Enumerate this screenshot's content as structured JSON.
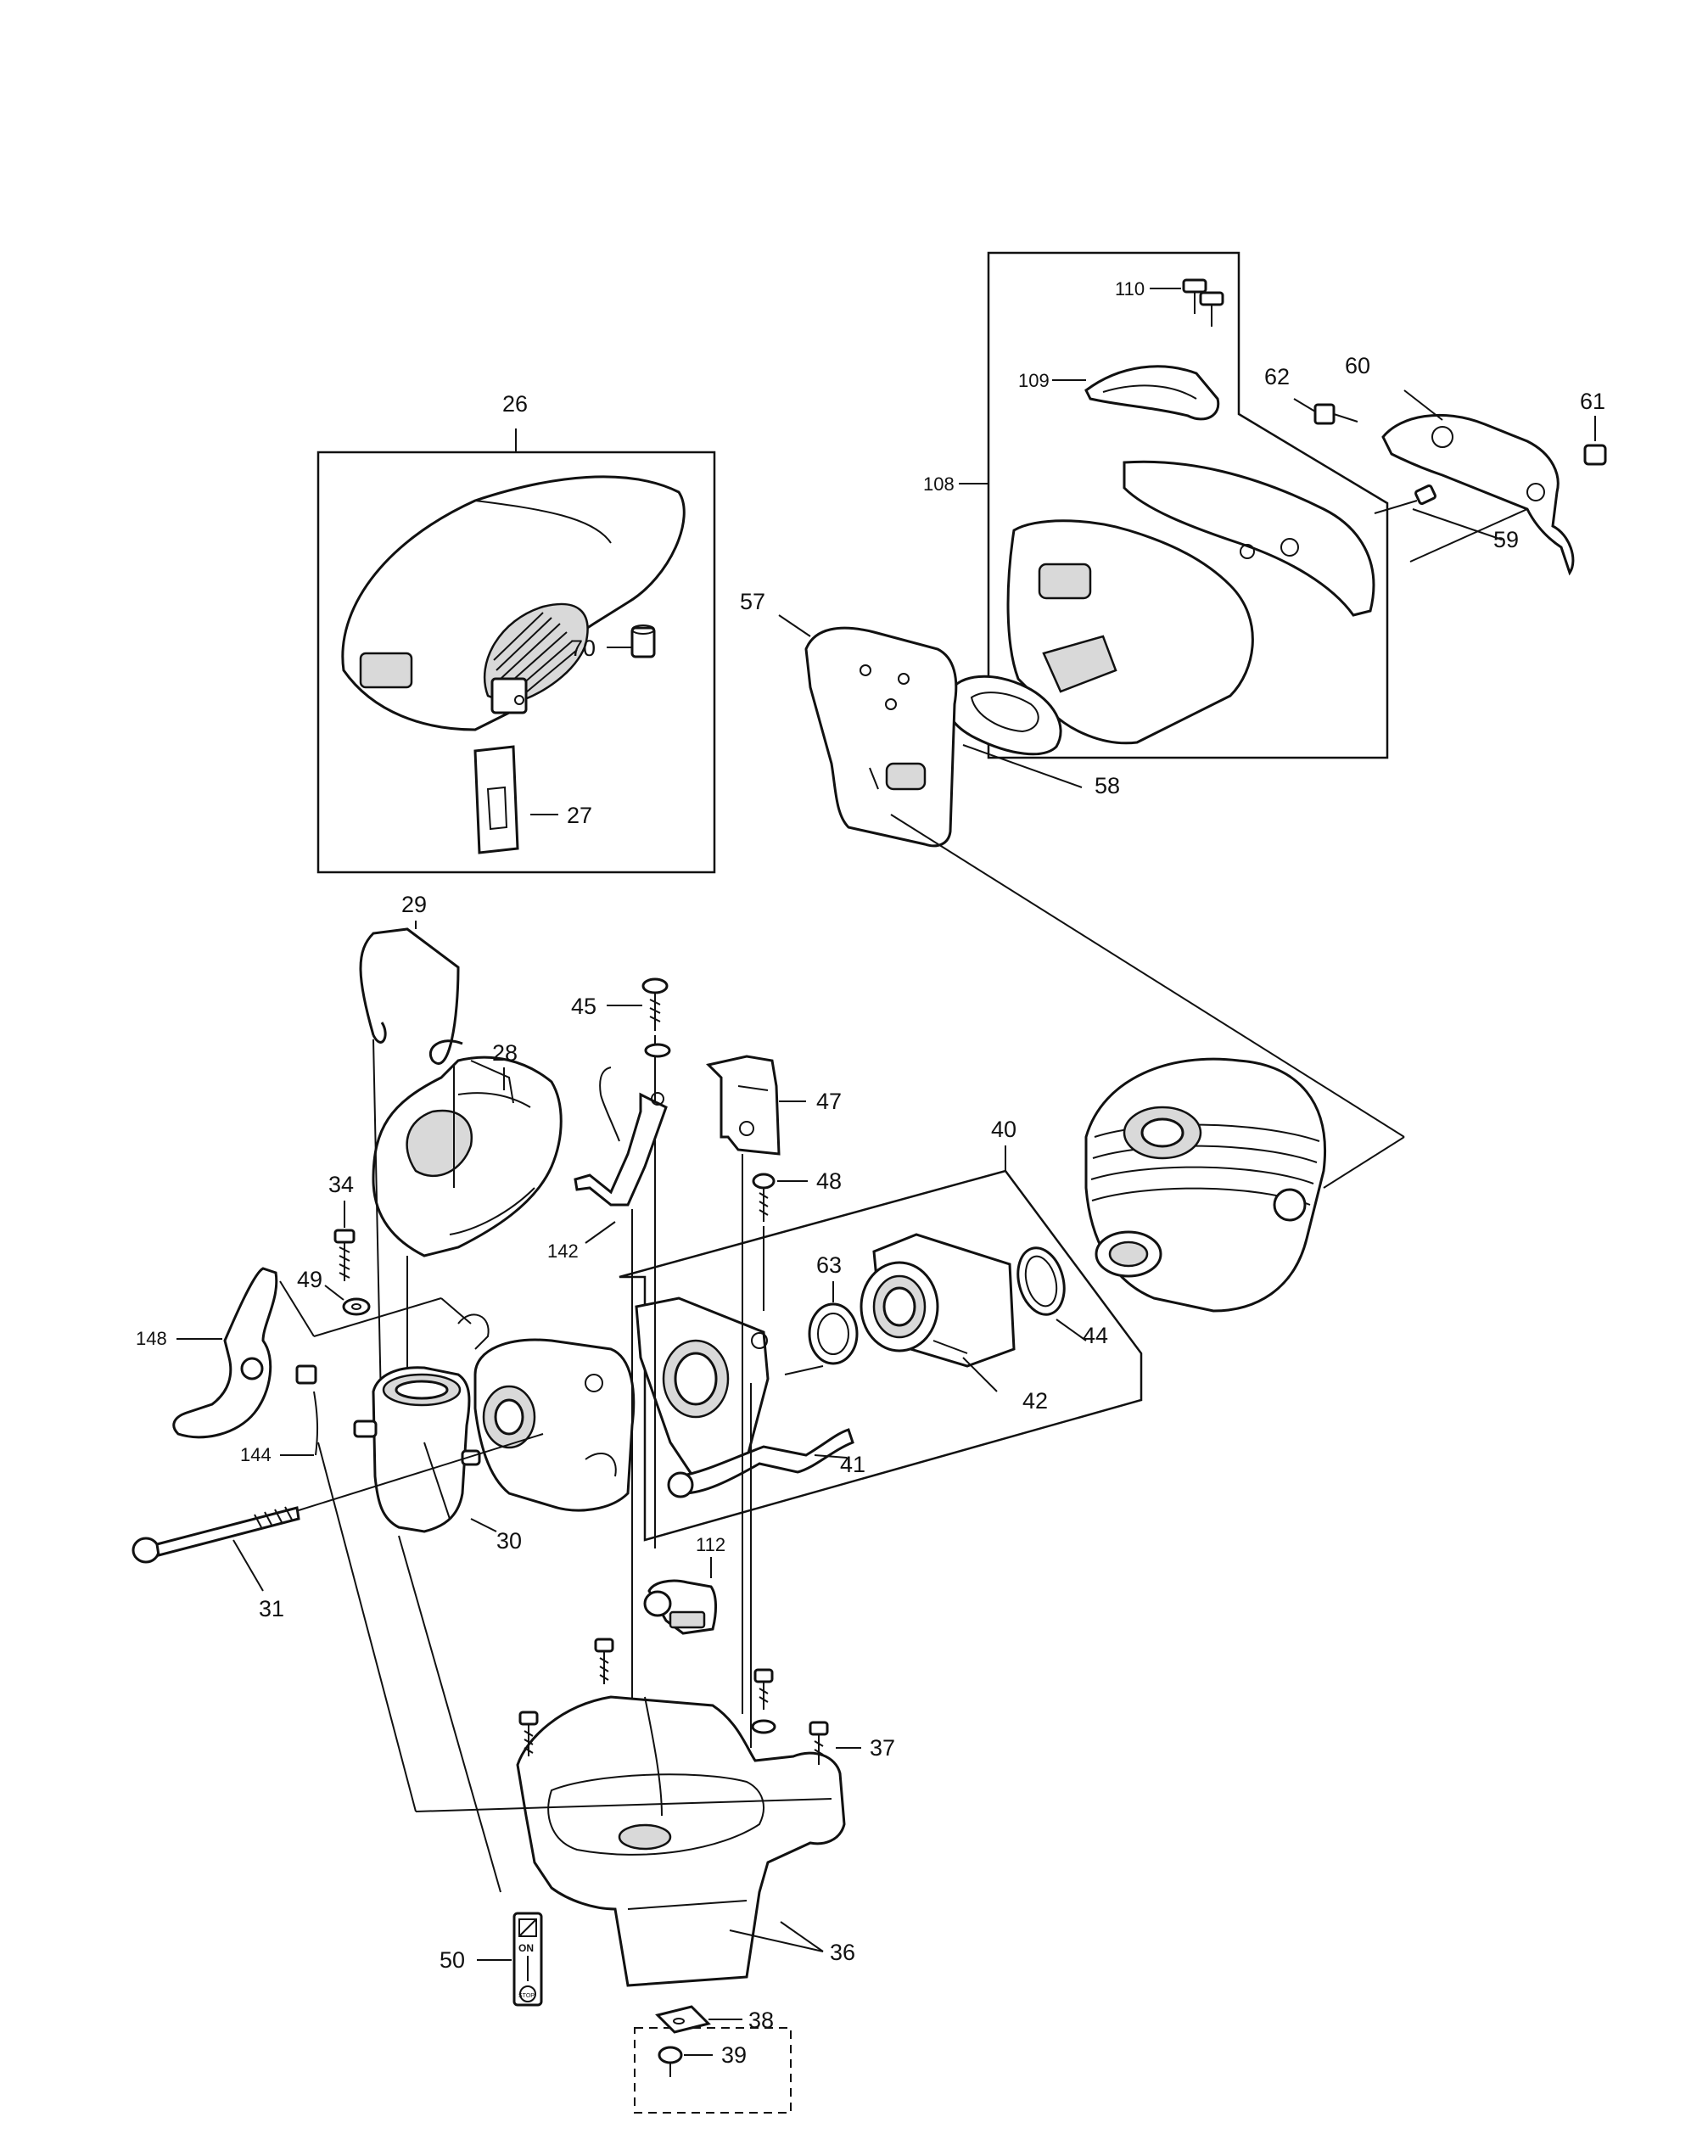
{
  "labels": {
    "p26": "26",
    "p27": "27",
    "p70": "70",
    "p108": "108",
    "p109": "109",
    "p110": "110",
    "p57": "57",
    "p58": "58",
    "p59": "59",
    "p60": "60",
    "p61": "61",
    "p62": "62",
    "p29": "29",
    "p28": "28",
    "p34": "34",
    "p49": "49",
    "p148": "148",
    "p144": "144",
    "p31": "31",
    "p30": "30",
    "p45": "45",
    "p142": "142",
    "p47": "47",
    "p48": "48",
    "p40": "40",
    "p63": "63",
    "p44": "44",
    "p42": "42",
    "p41": "41",
    "p112": "112",
    "p37": "37",
    "p36": "36",
    "p50": "50",
    "p38": "38",
    "p39": "39"
  },
  "switch_plate": {
    "on": "ON",
    "stop": "STOP"
  }
}
